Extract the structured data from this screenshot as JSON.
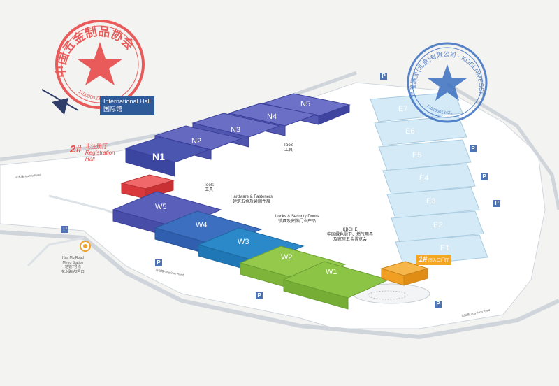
{
  "halls": {
    "n1": "N1",
    "n2": "N2",
    "n3": "N3",
    "n4": "N4",
    "n5": "N5",
    "w1": "W1",
    "w2": "W2",
    "w3": "W3",
    "w4": "W4",
    "w5": "W5",
    "e1": "E1",
    "e2": "E2",
    "e3": "E3",
    "e4": "E4",
    "e5": "E5",
    "e6": "E6",
    "e7": "E7"
  },
  "callouts": {
    "international_en": "International Hall",
    "international_cn": "国际馆",
    "registration_num": "2#",
    "registration_cn": "北注册厅",
    "registration_en_1": "Registration",
    "registration_en_2": "Hall",
    "east_num": "1#",
    "east_cn": "南入口门厅"
  },
  "zones": {
    "tools_n_en": "Tools",
    "tools_n_cn": "工具",
    "tools_w_en": "Tools",
    "tools_w_cn": "工具",
    "hardware_en": "Hardware & Fasteners",
    "hardware_cn": "建筑五金及紧固件展",
    "locks_en": "Locks & Security Doors",
    "locks_cn": "锁具及安防门业产品",
    "kbghe_en": "KBGHE",
    "kbghe_cn_1": "中国绿色厨卫、燃气用具",
    "kbghe_cn_2": "及家居五金博览会"
  },
  "metro": {
    "en_1": "Hua Mu Road",
    "en_2": "Metro Station",
    "cn_1": "地铁7号线",
    "cn_2": "花木路站2号口"
  },
  "roads": {
    "left": "花木路Hua Mu Road",
    "middle": "芳甸路Fang Dian Road",
    "bottom": "龙阳路Long Yang Road"
  },
  "parking_label": "P",
  "stamps": {
    "red_text": "中国五金制品协会",
    "red_number": "110000023703",
    "blue_text": "科隆展览(北京)有限公司 · KOELNMESSE (BEIJING) CO.",
    "blue_number": "110105013421"
  },
  "colors": {
    "north_halls": "#4f57b5",
    "west_blue": "#2d79c2",
    "west_green": "#87c242",
    "east_halls": "#cfe7f5",
    "registration": "#e8494c",
    "entrance_east": "#f5a623",
    "international_badge": "#2f5a9a",
    "red_stamp": "#e63a3a",
    "blue_stamp": "#3b6fc0",
    "parking": "#4d73b3"
  }
}
